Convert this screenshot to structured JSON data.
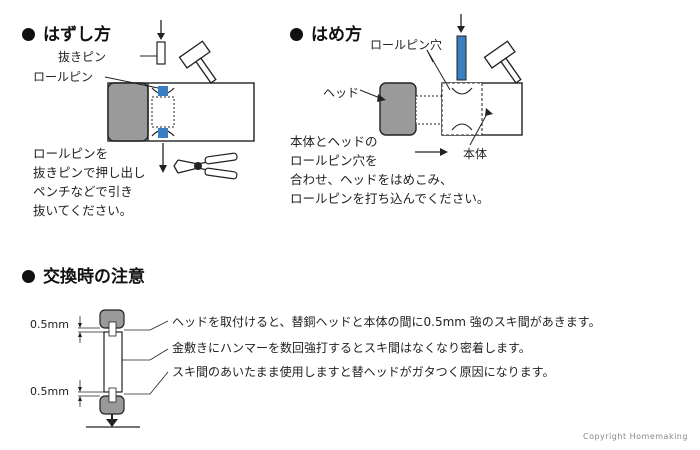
{
  "removal": {
    "title": "はずし方",
    "label_punch": "抜きピン",
    "label_rollpin": "ロールピン",
    "body": [
      "ロールピンを",
      "抜きピンで押し出し",
      "ペンチなどで引き",
      "抜いてください。"
    ]
  },
  "fitting": {
    "title": "はめ方",
    "label_hole": "ロールピン穴",
    "label_head": "ヘッド",
    "label_body": "本体",
    "body": [
      "本体とヘッドの",
      "ロールピン穴を",
      "合わせ、ヘッドをはめこみ、",
      "ロールピンを打ち込んでください。"
    ]
  },
  "caution": {
    "title": "交換時の注意",
    "dim_top": "0.5mm",
    "dim_bottom": "0.5mm",
    "notes": [
      "ヘッドを取付けると、替銅ヘッドと本体の間に0.5mm 強のスキ間があきます。",
      "金敷きにハンマーを数回強打するとスキ間はなくなり密着します。",
      "スキ間のあいたまま使用しますと替ヘッドがガタつく原因になります。"
    ]
  },
  "footer": {
    "copyright": "Copyright Homemaking"
  },
  "colors": {
    "blue": "#3a7fc1",
    "gray": "#9a9a9a",
    "line": "#222222"
  }
}
